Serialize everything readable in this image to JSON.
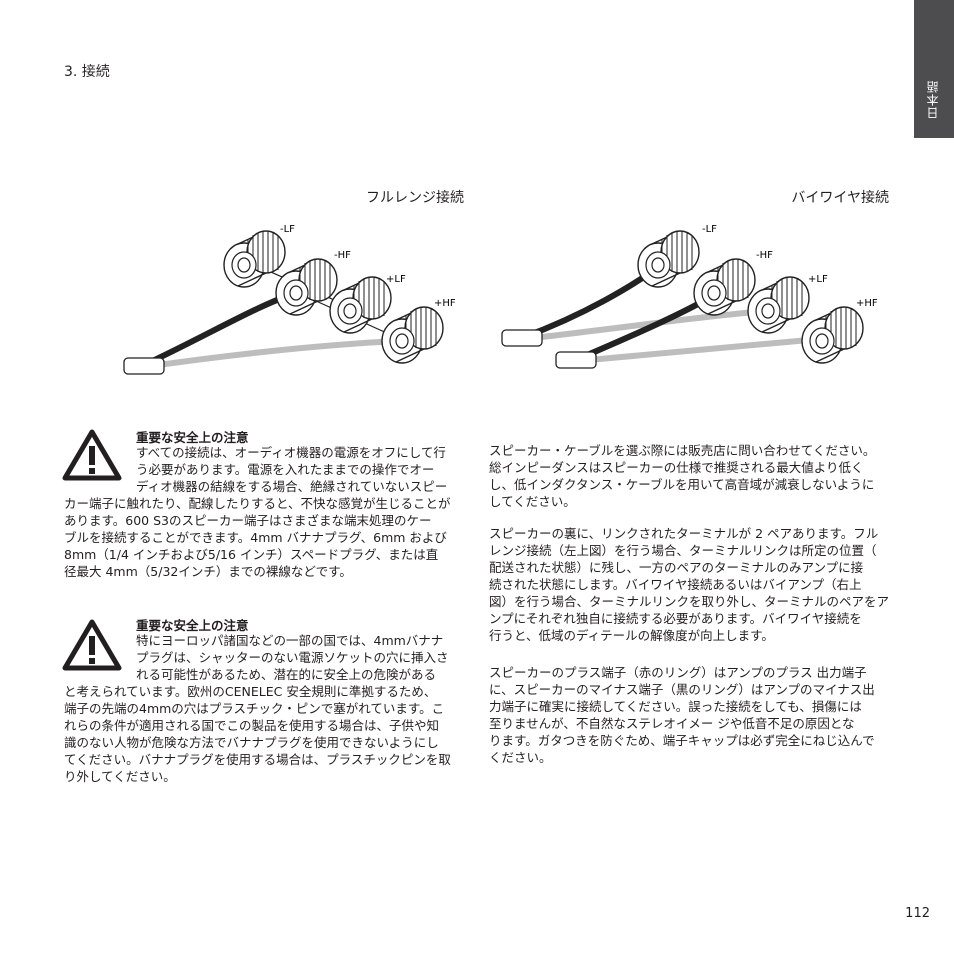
{
  "section_title": "3. 接続",
  "language_tab": "日本語",
  "figures": {
    "full_range": {
      "title": "フルレンジ接続",
      "terminals": [
        "-LF",
        "-HF",
        "+LF",
        "+HF"
      ]
    },
    "biwire": {
      "title": "バイワイヤ接続",
      "terminals": [
        "-LF",
        "-HF",
        "+LF",
        "+HF"
      ]
    }
  },
  "warnings": [
    {
      "icon": "warning-triangle-icon",
      "heading": "重要な安全上の注意",
      "text": "すべての接続は、オーディオ機器の電源をオフにして行\nう必要があります。電源を入れたままでの操作でオー\nディオ機器の結線をする場合、絶縁されていないスピー\nカー端子に触れたり、配線したりすると、不快な感覚が生じることが\nあります。600 S3のスピーカー端子はさまざまな端末処理のケー\nブルを接続することができます。4mm バナナプラグ、6mm および\n8mm（1/4 インチおよび5/16 インチ）スペードプラグ、または直\n径最大 4mm（5/32インチ）までの裸線などです。"
    },
    {
      "icon": "warning-triangle-icon",
      "heading": "重要な安全上の注意",
      "text": "特にヨーロッパ諸国などの一部の国では、4mmバナナ\nプラグは、シャッターのない電源ソケットの穴に挿入さ\nれる可能性があるため、潜在的に安全上の危険がある\nと考えられています。欧州のCENELEC 安全規則に準拠するため、\n端子の先端の4mmの穴はプラスチック・ピンで塞がれています。こ\nれらの条件が適用される国でこの製品を使用する場合は、子供や知\n識のない人物が危険な方法でバナナプラグを使用できないようにし\nてください。バナナプラグを使用する場合は、プラスチックピンを取\nり外してください。"
    }
  ],
  "paragraphs": [
    "スピーカー・ケーブルを選ぶ際には販売店に問い合わせてください。\n総インピーダンスはスピーカーの仕様で推奨される最大値より低く\nし、低インダクタンス・ケーブルを用いて高音域が減衰しないように\nしてください。",
    "スピーカーの裏に、リンクされたターミナルが 2 ペアあります。フル\nレンジ接続（左上図）を行う場合、ターミナルリンクは所定の位置（\n配送された状態）に残し、一方のペアのターミナルのみアンプに接\n続された状態にします。バイワイヤ接続あるいはバイアンプ（右上\n図）を行う場合、ターミナルリンクを取り外し、ターミナルのペアをア\nンプにそれぞれ独自に接続する必要があります。バイワイヤ接続を\n行うと、低域のディテールの解像度が向上します。",
    "スピーカーのプラス端子（赤のリング）はアンプのプラス 出力端子\nに、スピーカーのマイナス端子（黒のリング）はアンプのマイナス出\n力端子に確実に接続してください。誤った接続をしても、損傷には\n至りませんが、不自然なステレオイメー ジや低音不足の原因とな\nります。ガタつきを防ぐため、端子キャップは必ず完全にねじ込んで\nください。"
  ],
  "page_number": "112"
}
